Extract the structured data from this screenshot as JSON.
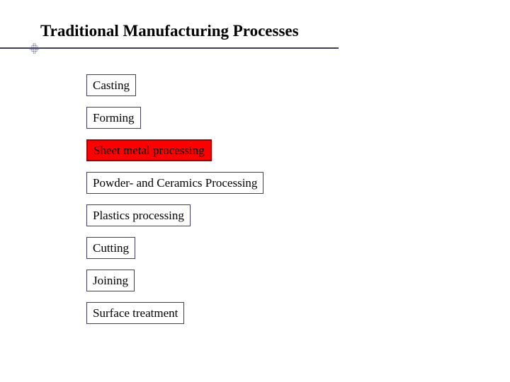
{
  "slide": {
    "title": "Traditional Manufacturing Processes",
    "background_color": "#FFFFFF",
    "text_color": "#000000"
  },
  "divider": {
    "color": "#3C3C64",
    "ornament": "dotted-diamond-icon"
  },
  "boxes": {
    "border_color": "#3F3F66",
    "text_color": "#000000",
    "highlight_fill": "#FF0000",
    "highlight_border": "#A00000",
    "items": [
      {
        "label": "Casting",
        "highlighted": false
      },
      {
        "label": "Forming",
        "highlighted": false
      },
      {
        "label": "Sheet metal processing",
        "highlighted": true
      },
      {
        "label": "Powder- and Ceramics Processing",
        "highlighted": false
      },
      {
        "label": "Plastics processing",
        "highlighted": false
      },
      {
        "label": "Cutting",
        "highlighted": false
      },
      {
        "label": "Joining",
        "highlighted": false
      },
      {
        "label": "Surface treatment",
        "highlighted": false
      }
    ]
  }
}
